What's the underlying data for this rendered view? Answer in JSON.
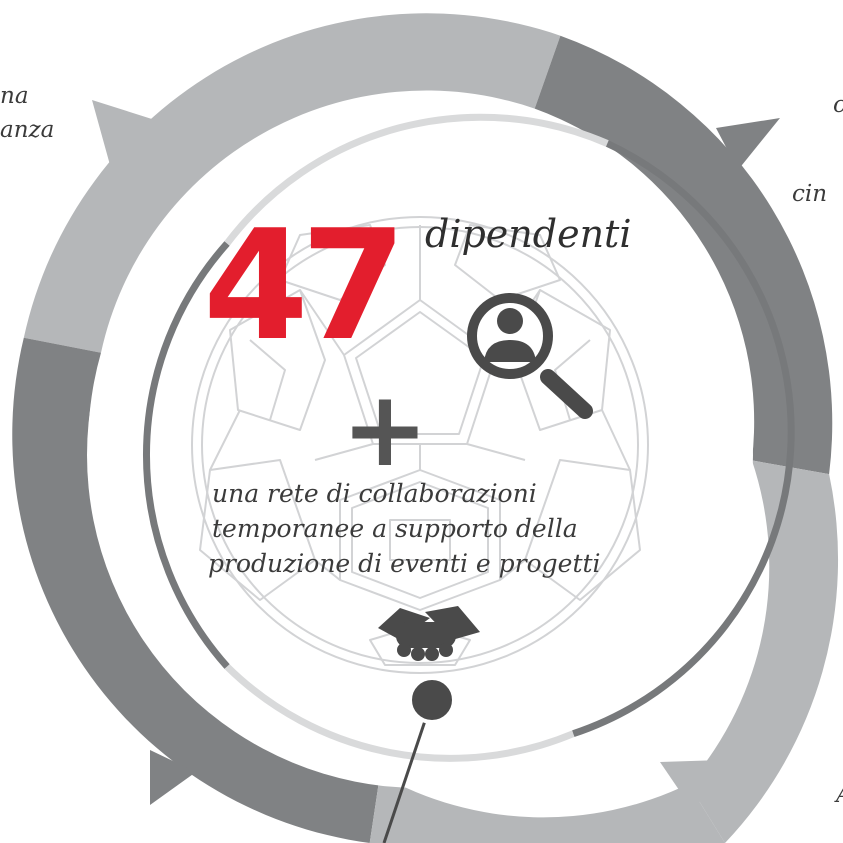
{
  "figure": {
    "headline_number": "47",
    "headline_unit": "dipendenti",
    "plus_sign": "+",
    "network_lines": [
      "una rete di collaborazioni",
      "temporanee a supporto della",
      "produzione di eventi e progetti"
    ],
    "side_texts": {
      "top_left": [
        "na",
        "anza"
      ],
      "top_right_1": "c",
      "top_right_2": "cin",
      "bottom_right": "A"
    },
    "icons": [
      "person-search-icon",
      "handshake-icon"
    ]
  },
  "colors": {
    "accent_red": "#e31e2d",
    "ring_light": "#b5b7b9",
    "ring_dark": "#808284",
    "inner_ring_dark": "#77797b",
    "inner_ring_light": "#d9dadb",
    "text_dark": "#3b3b3b",
    "icon_dark": "#4a4a4a"
  }
}
